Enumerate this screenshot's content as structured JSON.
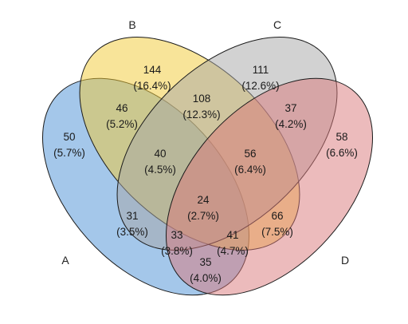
{
  "sets": [
    {
      "id": "A",
      "label": "A",
      "color": "#4a8fd6"
    },
    {
      "id": "B",
      "label": "B",
      "color": "#f1c933"
    },
    {
      "id": "C",
      "label": "C",
      "color": "#a6a6a6"
    },
    {
      "id": "D",
      "label": "D",
      "color": "#d9777a"
    }
  ],
  "regions": [
    {
      "key": "A",
      "count": "50",
      "percent": "(5.7%)"
    },
    {
      "key": "B",
      "count": "144",
      "percent": "(16.4%)"
    },
    {
      "key": "C",
      "count": "111",
      "percent": "(12.6%)"
    },
    {
      "key": "D",
      "count": "58",
      "percent": "(6.6%)"
    },
    {
      "key": "AB",
      "count": "46",
      "percent": "(5.2%)"
    },
    {
      "key": "BC",
      "count": "108",
      "percent": "(12.3%)"
    },
    {
      "key": "CD",
      "count": "37",
      "percent": "(4.2%)"
    },
    {
      "key": "ABC",
      "count": "40",
      "percent": "(4.5%)"
    },
    {
      "key": "BCD",
      "count": "56",
      "percent": "(6.4%)"
    },
    {
      "key": "ABCD",
      "count": "24",
      "percent": "(2.7%)"
    },
    {
      "key": "AC",
      "count": "31",
      "percent": "(3.5%)"
    },
    {
      "key": "BD",
      "count": "66",
      "percent": "(7.5%)"
    },
    {
      "key": "ACD",
      "count": "33",
      "percent": "(3.8%)"
    },
    {
      "key": "ABD",
      "count": "41",
      "percent": "(4.7%)"
    },
    {
      "key": "AD",
      "count": "35",
      "percent": "(4.0%)"
    }
  ]
}
